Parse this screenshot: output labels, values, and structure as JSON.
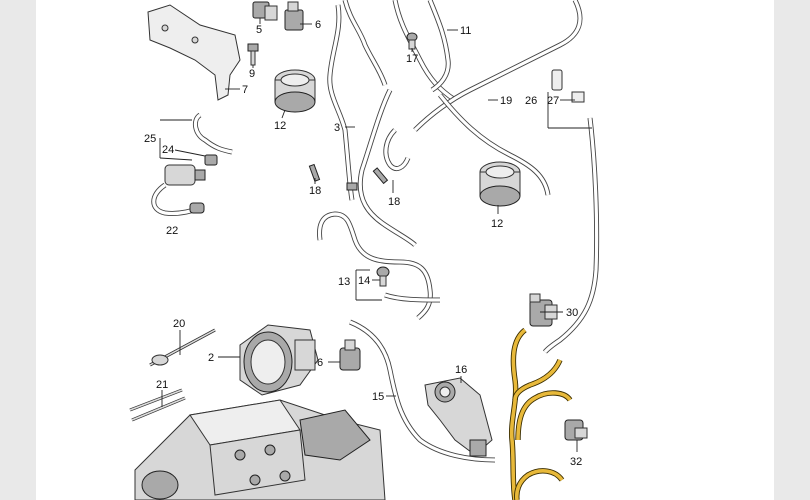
{
  "diagram": {
    "callouts": [
      {
        "id": "c5",
        "text": "5"
      },
      {
        "id": "c6a",
        "text": "6"
      },
      {
        "id": "c9",
        "text": "9"
      },
      {
        "id": "c7",
        "text": "7"
      },
      {
        "id": "c12a",
        "text": "12"
      },
      {
        "id": "c11",
        "text": "11"
      },
      {
        "id": "c17",
        "text": "17"
      },
      {
        "id": "c19",
        "text": "19"
      },
      {
        "id": "c26",
        "text": "26"
      },
      {
        "id": "c27",
        "text": "27"
      },
      {
        "id": "c3",
        "text": "3"
      },
      {
        "id": "c25",
        "text": "25"
      },
      {
        "id": "c24",
        "text": "24"
      },
      {
        "id": "c22",
        "text": "22"
      },
      {
        "id": "c18a",
        "text": "18"
      },
      {
        "id": "c18b",
        "text": "18"
      },
      {
        "id": "c12b",
        "text": "12"
      },
      {
        "id": "c13",
        "text": "13"
      },
      {
        "id": "c14",
        "text": "14"
      },
      {
        "id": "c30",
        "text": "30"
      },
      {
        "id": "c20",
        "text": "20"
      },
      {
        "id": "c2",
        "text": "2"
      },
      {
        "id": "c6b",
        "text": "6"
      },
      {
        "id": "c16",
        "text": "16"
      },
      {
        "id": "c21",
        "text": "21"
      },
      {
        "id": "c15",
        "text": "15"
      },
      {
        "id": "c32",
        "text": "32"
      }
    ]
  }
}
